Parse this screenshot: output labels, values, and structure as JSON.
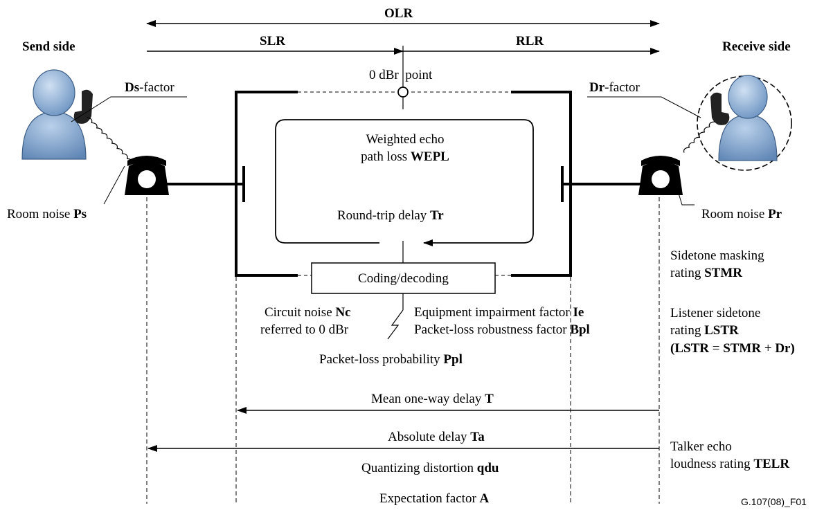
{
  "labels": {
    "olr": "OLR",
    "slr": "SLR",
    "rlr": "RLR",
    "send_side": "Send side",
    "receive_side": "Receive side",
    "zero_dbr": "0 dBr  point",
    "ds_bold": "Ds",
    "ds_rest": "-factor",
    "dr_bold": "Dr",
    "dr_rest": "-factor",
    "wepl_line1": "Weighted echo",
    "wepl_line2": "path loss ",
    "wepl_bold": "WEPL",
    "roundtrip": "Round-trip delay ",
    "roundtrip_bold": "Tr",
    "room_noise_ps": "Room noise ",
    "room_noise_ps_bold": "Ps",
    "room_noise_pr": "Room noise ",
    "room_noise_pr_bold": "Pr",
    "coding": "Coding/decoding",
    "circuit_noise": "Circuit noise ",
    "circuit_noise_bold": "Nc",
    "referred": "referred to 0 dBr",
    "ie": "Equipment impairment factor ",
    "ie_bold": "Ie",
    "bpl": "Packet-loss robustness factor ",
    "bpl_bold": "Bpl",
    "ppl": "Packet-loss probability ",
    "ppl_bold": "Ppl",
    "stmr1": "Sidetone masking",
    "stmr2": "rating ",
    "stmr_bold": "STMR",
    "lstr1": "Listener sidetone",
    "lstr2": "rating ",
    "lstr_bold": "LSTR",
    "lstr3_a": "(LSTR",
    "lstr3_b": " = ",
    "lstr3_c": "STMR",
    "lstr3_d": " + ",
    "lstr3_e": "Dr)",
    "mean_delay": "Mean one-way delay ",
    "mean_delay_bold": "T",
    "abs_delay": "Absolute delay ",
    "abs_delay_bold": "Ta",
    "telr1": "Talker echo",
    "telr2": "loudness rating ",
    "telr_bold": "TELR",
    "qdu": "Quantizing distortion ",
    "qdu_bold": "qdu",
    "expect": "Expectation factor ",
    "expect_bold": "A",
    "figure_id": "G.107(08)_F01"
  },
  "colors": {
    "person_body": "#8aaed6",
    "person_stroke": "#3f5f86",
    "line": "#000000"
  }
}
